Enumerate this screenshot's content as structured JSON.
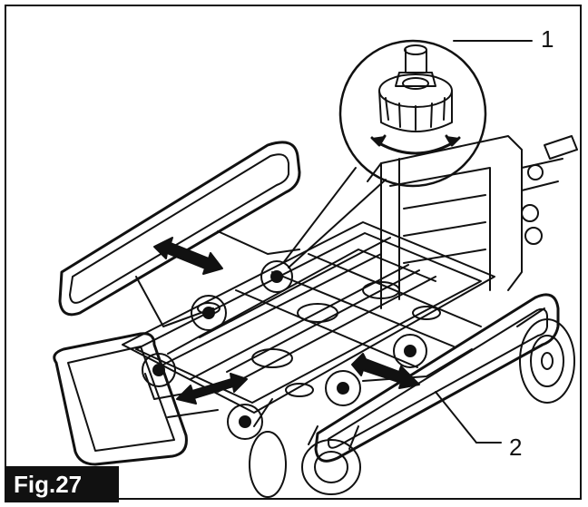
{
  "figure": {
    "label": "Fig.27",
    "callouts": [
      {
        "number": "1"
      },
      {
        "number": "2"
      }
    ]
  },
  "icons": {
    "knob": "adjustment-knob-icon",
    "rotate_arrow": "rotate-arrow-icon",
    "slide_arrow": "double-arrow-icon"
  },
  "colors": {
    "line": "#111111",
    "background": "#ffffff"
  }
}
